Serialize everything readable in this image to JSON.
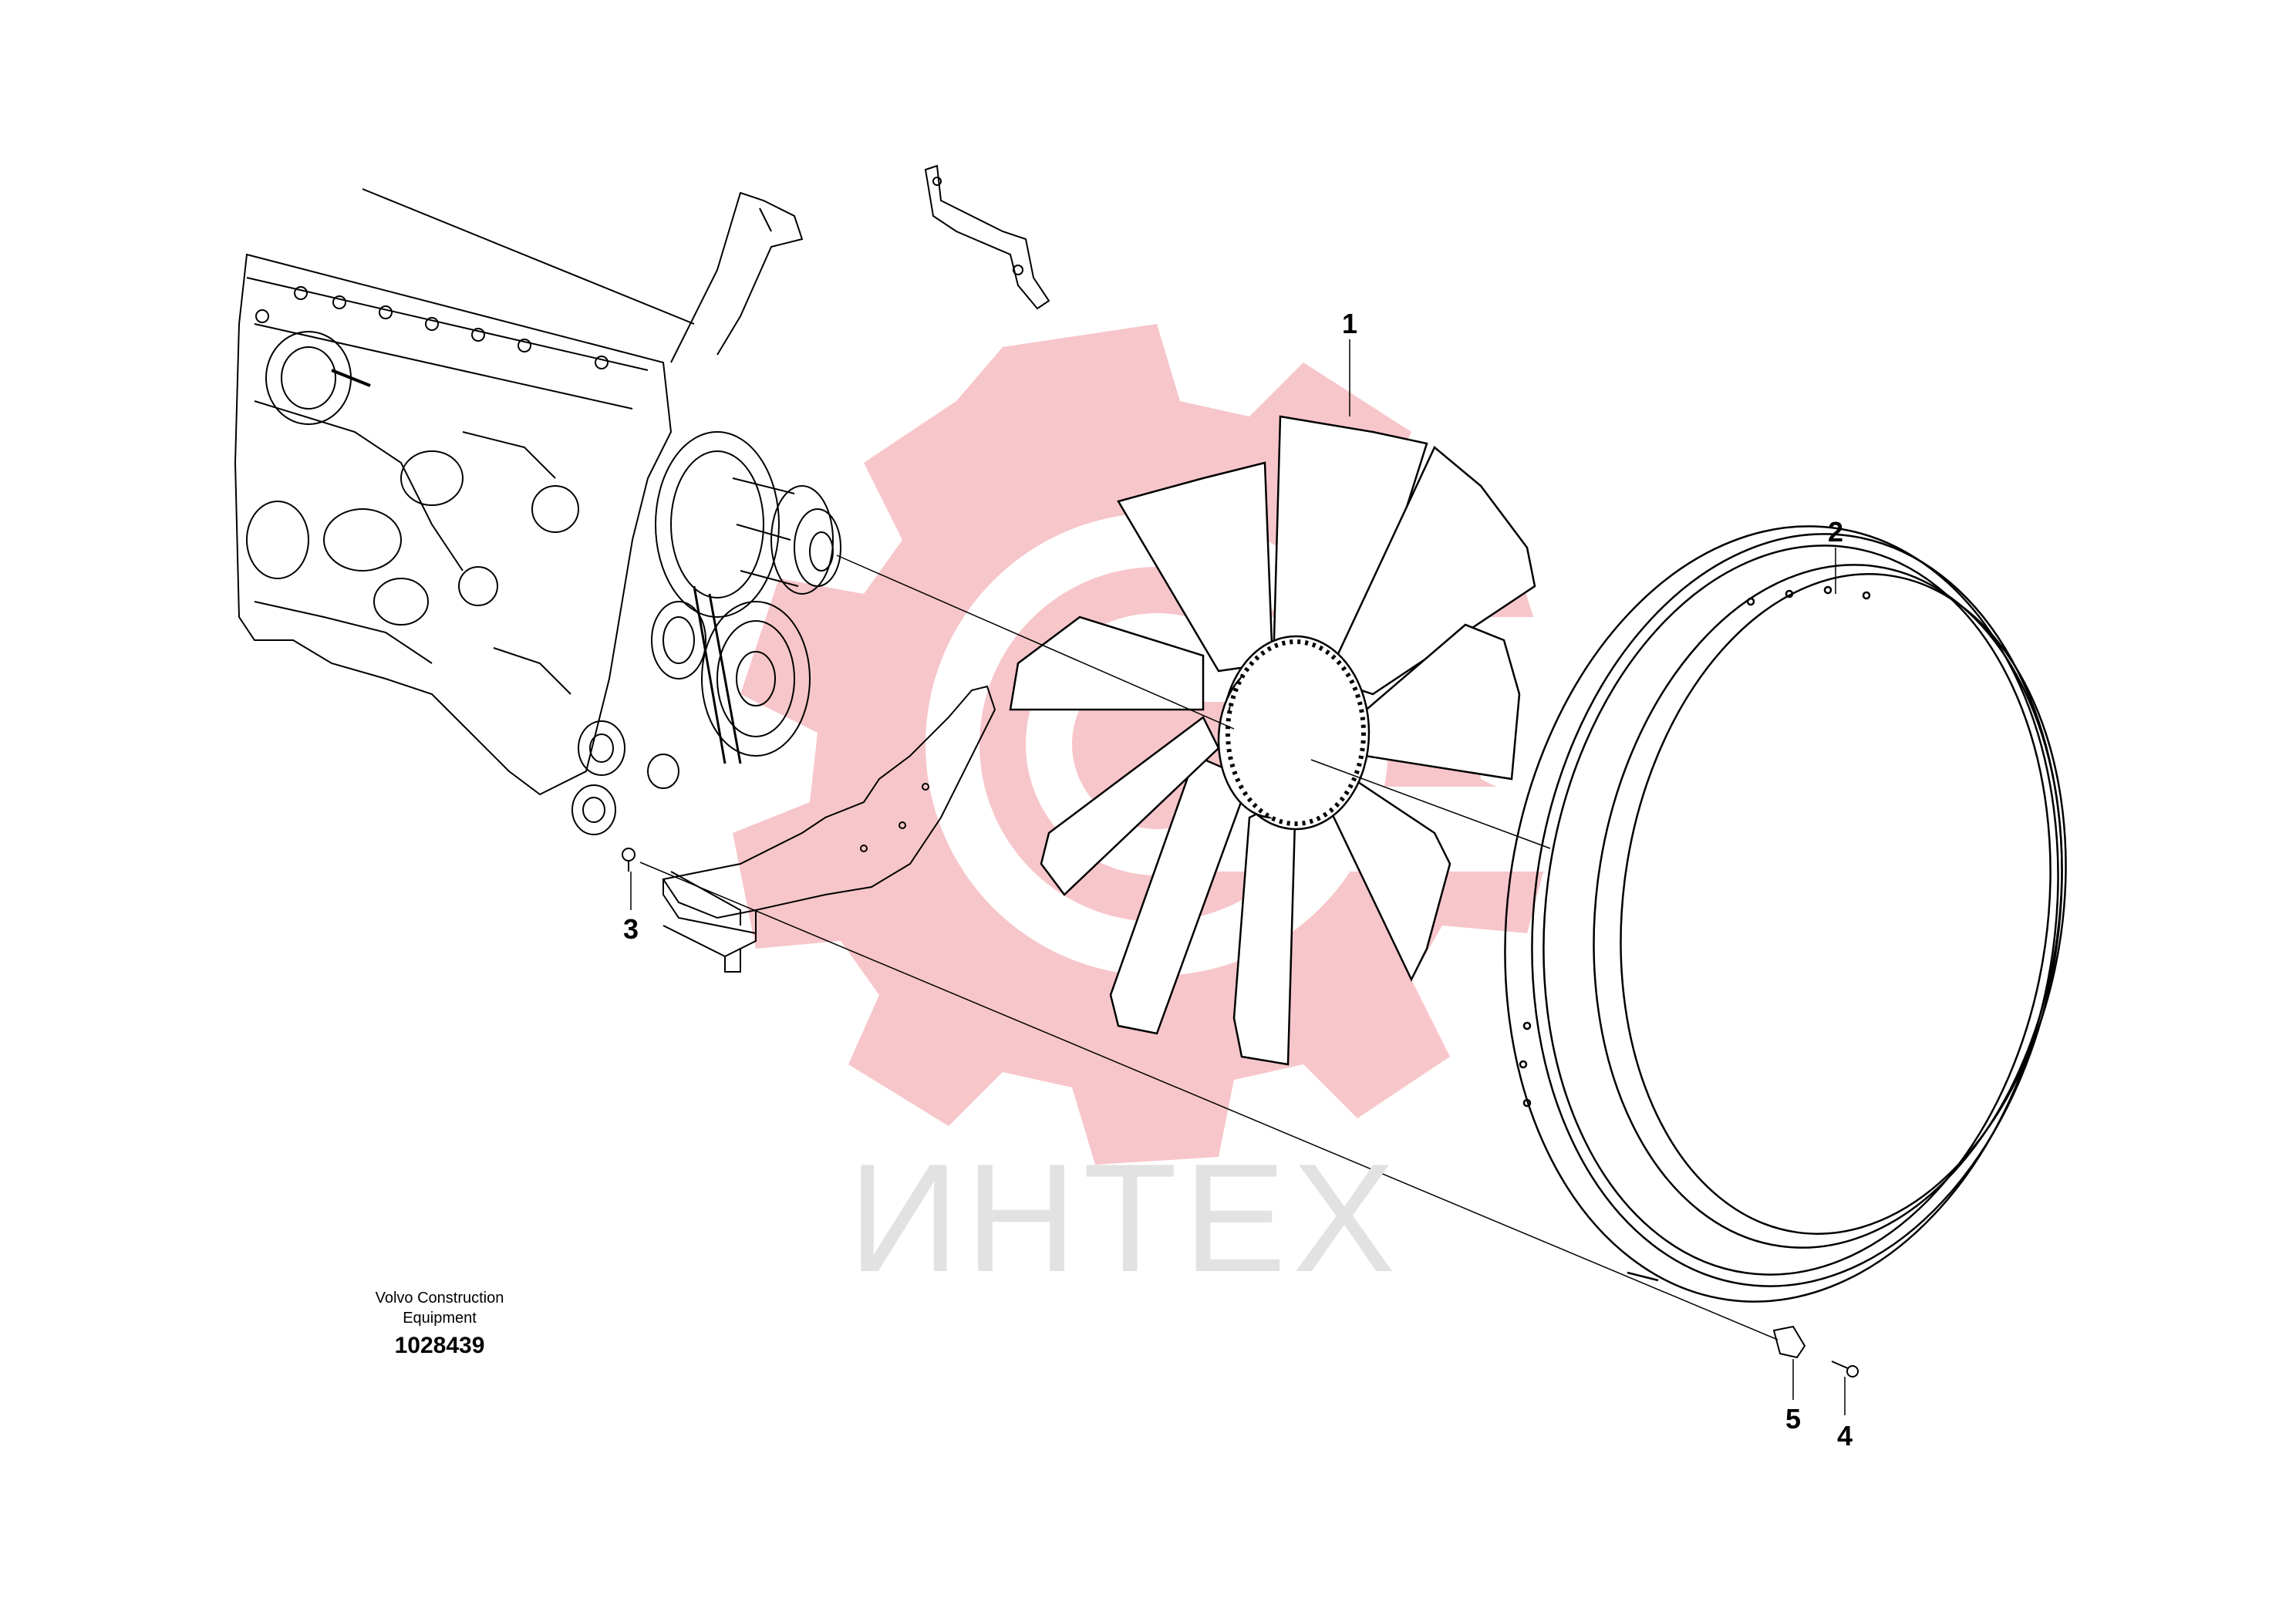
{
  "diagram": {
    "callouts": [
      {
        "id": "1",
        "label": "1"
      },
      {
        "id": "2",
        "label": "2"
      },
      {
        "id": "3",
        "label": "3"
      },
      {
        "id": "4",
        "label": "4"
      },
      {
        "id": "5",
        "label": "5"
      }
    ],
    "caption": {
      "line1": "Volvo Construction",
      "line2": "Equipment",
      "doc_number": "1028439"
    },
    "watermark": {
      "text": "ИНТЕХ",
      "color": "#f4b3b8",
      "text_color": "#e2e2e2"
    },
    "colors": {
      "line": "#000000",
      "background": "#ffffff"
    }
  }
}
